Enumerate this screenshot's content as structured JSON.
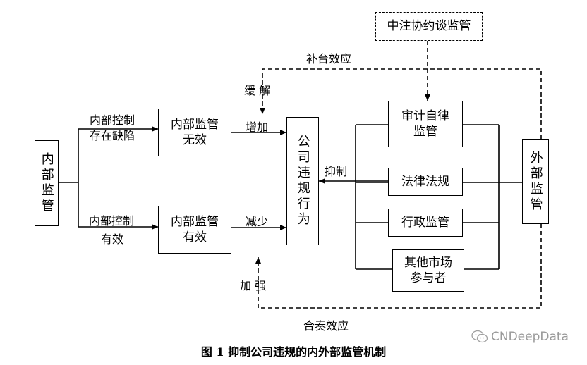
{
  "nodes": {
    "internal": "内部监管",
    "ineffective": "内部监管\n无效",
    "effective": "内部监管\n有效",
    "violation": "公司违规行为",
    "self_audit": "审计自律\n监管",
    "law": "法律法规",
    "admin": "行政监管",
    "market": "其他市场\n参与者",
    "external": "外部监管",
    "cpa": "中注协约谈监管"
  },
  "labels": {
    "defect": "内部控制\n存在缺陷",
    "control_effective_1": "内部控制",
    "control_effective_2": "有效",
    "increase": "增加",
    "decrease": "减少",
    "suppress": "抑制",
    "mitigate": "缓  解",
    "strengthen": "加  强",
    "complement": "补台效应",
    "concert": "合奏效应"
  },
  "caption": "图 1    抑制公司违规的内外部监管机制",
  "watermark": "CNDeepData",
  "watermark_icon": "wechat-icon"
}
